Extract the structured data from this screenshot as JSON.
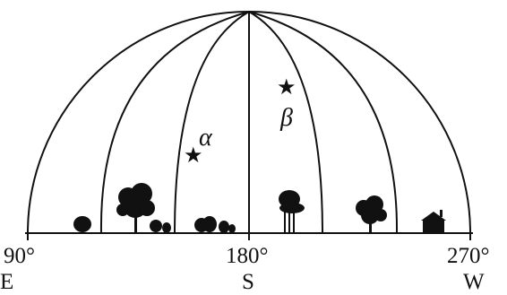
{
  "azimuth_labels": {
    "left_deg": "90°",
    "center_deg": "180°",
    "right_deg": "270°",
    "left_dir": "E",
    "center_dir": "S",
    "right_dir": "W"
  },
  "stars": [
    {
      "name": "α",
      "icon": "star-icon"
    },
    {
      "name": "β",
      "icon": "star-icon"
    }
  ],
  "star_glyph": "★",
  "colors": {
    "ink": "#111111",
    "background": "#ffffff"
  }
}
